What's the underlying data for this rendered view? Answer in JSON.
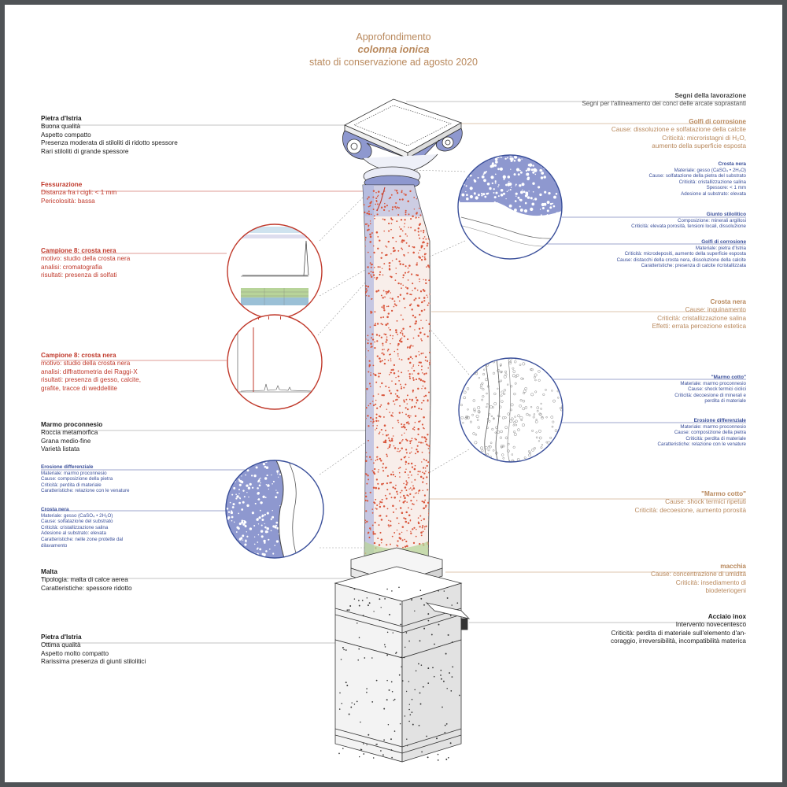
{
  "title": {
    "line1": "Approfondimento",
    "line2": "colonna ionica",
    "line3": "stato di conservazione ad agosto 2020"
  },
  "left": [
    {
      "title": "Pietra d'Istria",
      "lines": [
        "Buona qualità",
        "Aspetto compatto",
        "Presenza moderata di stiloliti di ridotto spessore",
        "Rari stiloliti di grande spessore"
      ]
    },
    {
      "title": "Fessurazione",
      "lines": [
        "Distanza fra i cigli: < 1 mm",
        "Pericolosità: bassa"
      ]
    },
    {
      "title": "Campione 8: crosta nera",
      "lines": [
        "motivo: studio della crosta nera",
        "analisi: cromatografia",
        "risultati: presenza di solfati"
      ]
    },
    {
      "title": "Campione 8: crosta nera",
      "lines": [
        "motivo: studio della crosta nera",
        "analisi: diffrattometria dei Raggi-X",
        "risultati: presenza di gesso, calcite,",
        "grafite, tracce di weddellite"
      ]
    },
    {
      "title": "Marmo proconnesio",
      "lines": [
        "Roccia metamorfica",
        "Grana medio-fine",
        "Varietà listata"
      ]
    },
    {
      "title": "Erosione differenziale",
      "lines": [
        "Materiale: marmo proconnesio",
        "Cause: composizione della pietra",
        "Criticità: perdita di materiale",
        "Caratteristiche: relazione con le venature"
      ]
    },
    {
      "title": "Crosta nera",
      "lines": [
        "Materiale: gesso (CaSO₄ • 2H₂O)",
        "Cause: solfatazione del substrato",
        "Criticità: cristallizzazione salina",
        "Adesione al substrato: elevata",
        "Caratteristiche: nelle zone protette dal",
        "dilavamento"
      ]
    },
    {
      "title": "Malta",
      "lines": [
        "Tipologia: malta di calce aerea",
        "Caratteristiche: spessore ridotto"
      ]
    },
    {
      "title": "Pietra d'Istria",
      "lines": [
        "Ottima qualità",
        "Aspetto molto compatto",
        "Rarissima presenza di giunti stilolitici"
      ]
    }
  ],
  "right": [
    {
      "title": "Segni della lavorazione",
      "lines": [
        "Segni per l'allineamento dei conci delle arcate soprastanti"
      ]
    },
    {
      "title": "Golfi di corrosione",
      "lines": [
        "Cause: dissoluzione e solfatazione della calcite",
        "Criticità: microristagni di H₂O,",
        "aumento della superficie esposta"
      ]
    },
    {
      "title": "Crosta nera",
      "lines": [
        "Materiale: gesso (CaSO₄ • 2H₂O)",
        "Cause: solfatazione della pietra del substrato",
        "Criticità: cristallizzazione salina",
        "Spessore: < 1 mm",
        "Adesione al substrato: elevata"
      ]
    },
    {
      "title": "Giunto stilolitico",
      "lines": [
        "Composizione: minerali argillosi",
        "Criticità: elevata porosità, tensioni locali, dissoluzione"
      ]
    },
    {
      "title": "Golfi di corrosione",
      "lines": [
        "Materiale: pietra d'Istria",
        "Criticità: microdepositi, aumento della superficie esposta",
        "Cause: distacchi della crosta nera, dissoluzione della calcite",
        "Caratteristiche: presenza di calcite ricristallizzata"
      ]
    },
    {
      "title": "Crosta nera",
      "lines": [
        "Cause: inquinamento",
        "Criticità: cristallizzazione salina",
        "Effetti: errata percezione estetica"
      ]
    },
    {
      "title": "\"Marmo cotto\"",
      "lines": [
        "Materiale: marmo proconnesio",
        "Cause: shock termici ciclici",
        "Criticità: decoesione di minerali e",
        "perdita di materiale"
      ]
    },
    {
      "title": "Erosione differenziale",
      "lines": [
        "Materiale: marmo proconnesio",
        "Cause: composizione della pietra",
        "Criticità: perdita di materiale",
        "Caratteristiche: relazione con le venature"
      ]
    },
    {
      "title": "\"Marmo cotto\"",
      "lines": [
        "Cause: shock termici ripetuti",
        "Criticità: decoesione, aumento porosità"
      ]
    },
    {
      "title": "macchia",
      "lines": [
        "Cause: concentrazione di umidità",
        "Criticità: insediamento di",
        "biodeteriogeni"
      ]
    },
    {
      "title": "Acciaio inox",
      "lines": [
        "Intervento novecentesco",
        "Criticità: perdita di materiale sull'elemento d'an-",
        "coraggio, irreversibilità, incompatibilità materica"
      ]
    }
  ],
  "colors": {
    "frame": "#4f5356",
    "black_label": "#1b1b1b",
    "red_label": "#c0392b",
    "tan_label": "#b9895d",
    "blue_label": "#3a4f9a",
    "column_dots": "#d9553b",
    "stone_shade": "#8e98cf",
    "moss": "#b8d49a"
  },
  "icons": [
    "column-drawing",
    "detail-circle-chromatography",
    "detail-circle-xrd",
    "detail-circle-crosta-nera",
    "detail-circle-marmo-cotto",
    "detail-circle-erosione"
  ]
}
